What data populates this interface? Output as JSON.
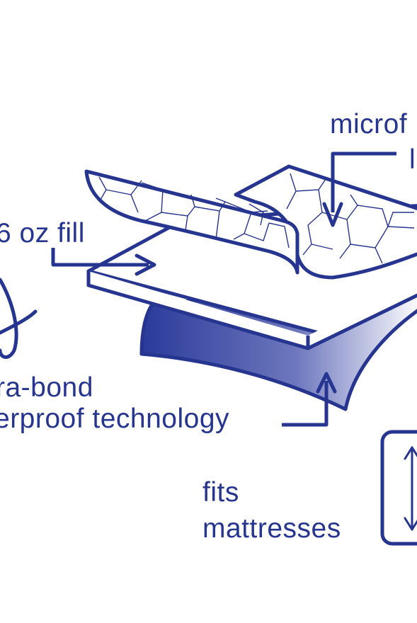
{
  "labels": {
    "microfiber_line1": "microf",
    "microfiber_line2": "l",
    "fill": "6 oz fill",
    "bond_line1": "ra-bond",
    "bond_line2": "erproof technology",
    "fits_line1": "fits",
    "fits_line2": "mattresses"
  },
  "colors": {
    "ink": "#26358f",
    "background": "#ffffff"
  },
  "icons": [
    "arrow-down-icon",
    "arrow-right-icon",
    "arrow-up-icon",
    "double-arrow-vertical-icon"
  ]
}
